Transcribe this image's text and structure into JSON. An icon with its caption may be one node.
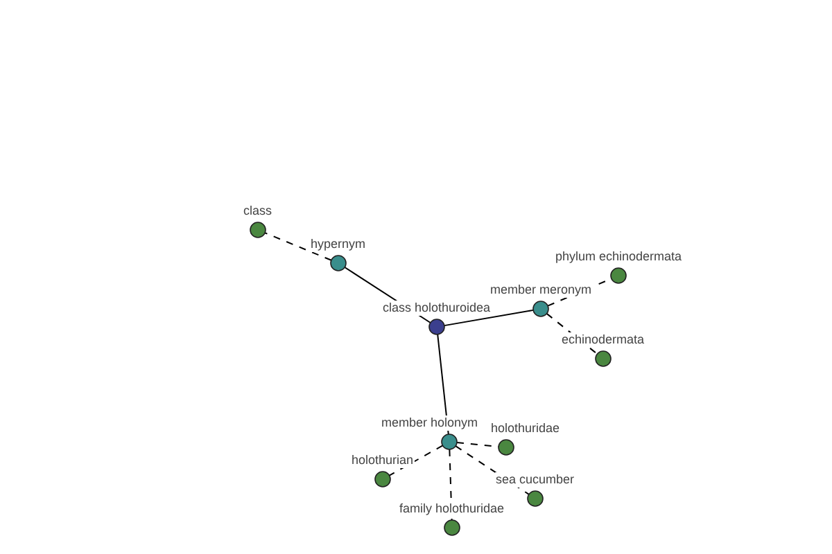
{
  "diagram": {
    "nodes": [
      {
        "text": [
          "class holothuroidea"
        ]
      },
      {
        "text": [
          "hypernym"
        ]
      },
      {
        "text": [
          "class"
        ]
      },
      {
        "text": [
          "member meronym"
        ]
      },
      {
        "text": [
          "phylum echinodermata"
        ]
      },
      {
        "text": [
          "echinodermata"
        ]
      },
      {
        "text": [
          "member holonym"
        ]
      },
      {
        "text": [
          "holothuridae"
        ]
      },
      {
        "text": [
          "holothurian"
        ]
      },
      {
        "text": [
          "sea cucumber"
        ]
      },
      {
        "text": [
          "family holothuridae"
        ]
      }
    ],
    "edges": [
      {
        "from": 0,
        "to": 1,
        "arrow": "none"
      },
      {
        "from": 1,
        "to": 2,
        "arrow": "none",
        "style": "dashed"
      },
      {
        "from": 0,
        "to": 3,
        "arrow": "none"
      },
      {
        "from": 3,
        "to": 4,
        "arrow": "none",
        "style": "dashed"
      },
      {
        "from": 3,
        "to": 5,
        "arrow": "none",
        "style": "dashed"
      },
      {
        "from": 0,
        "to": 6,
        "arrow": "none"
      },
      {
        "from": 6,
        "to": 7,
        "arrow": "none",
        "style": "dashed"
      },
      {
        "from": 6,
        "to": 8,
        "arrow": "none",
        "style": "dashed"
      },
      {
        "from": 6,
        "to": 9,
        "arrow": "none",
        "style": "dashed"
      },
      {
        "from": 6,
        "to": 10,
        "arrow": "none",
        "style": "dashed"
      }
    ]
  }
}
